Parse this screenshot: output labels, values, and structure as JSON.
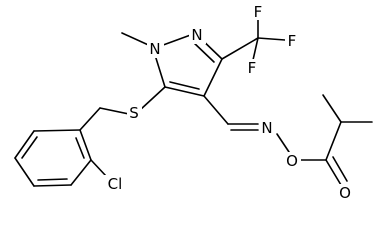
{
  "atoms": {
    "n1": "N",
    "methyl": "",
    "n2": "N",
    "f_top": "F",
    "f_right": "F",
    "f_bottom": "F",
    "s": "S",
    "cl": "Cl",
    "n_oxime": "N",
    "o_ester": "O",
    "o_carbonyl": "O"
  },
  "colors": {
    "bond": "#000000",
    "label": "#000000",
    "background": "#ffffff"
  }
}
